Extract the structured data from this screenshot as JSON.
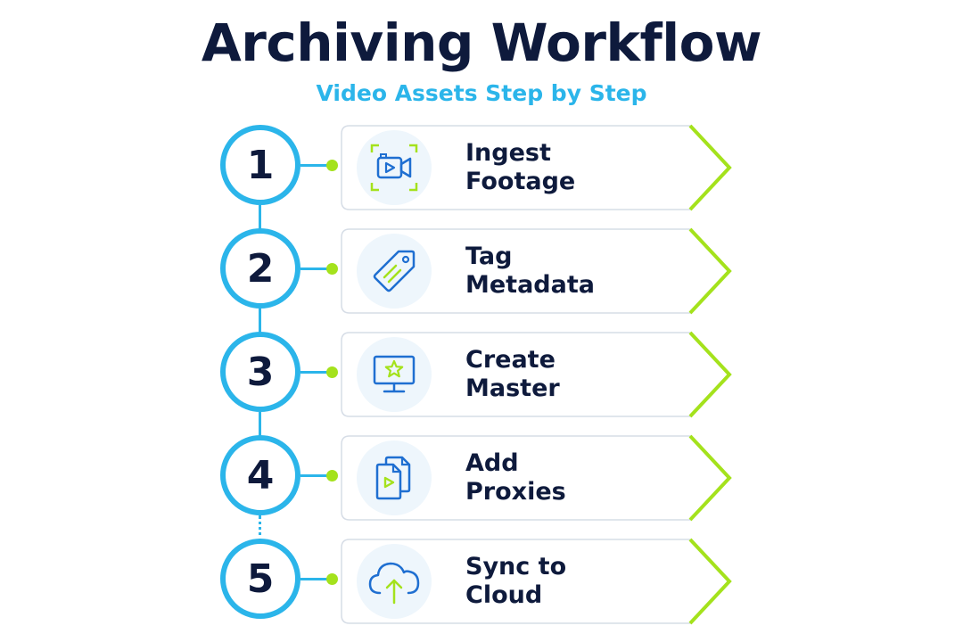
{
  "header": {
    "title": "Archiving Workflow",
    "subtitle": "Video Assets Step by Step"
  },
  "colors": {
    "navy": "#0e1a3c",
    "accent_blue": "#2bb5ea",
    "icon_blue": "#1f6fd1",
    "accent_green": "#a4e21c",
    "card_border": "#d6dde6",
    "icon_bg": "#eef6fc"
  },
  "steps": [
    {
      "number": "1",
      "line1": "Ingest",
      "line2": "Footage",
      "icon": "video-camera-icon"
    },
    {
      "number": "2",
      "line1": "Tag",
      "line2": "Metadata",
      "icon": "tag-icon"
    },
    {
      "number": "3",
      "line1": "Create",
      "line2": "Master",
      "icon": "monitor-star-icon"
    },
    {
      "number": "4",
      "line1": "Add",
      "line2": "Proxies",
      "icon": "video-files-icon"
    },
    {
      "number": "5",
      "line1": "Sync to",
      "line2": "Cloud",
      "icon": "cloud-upload-icon"
    }
  ]
}
